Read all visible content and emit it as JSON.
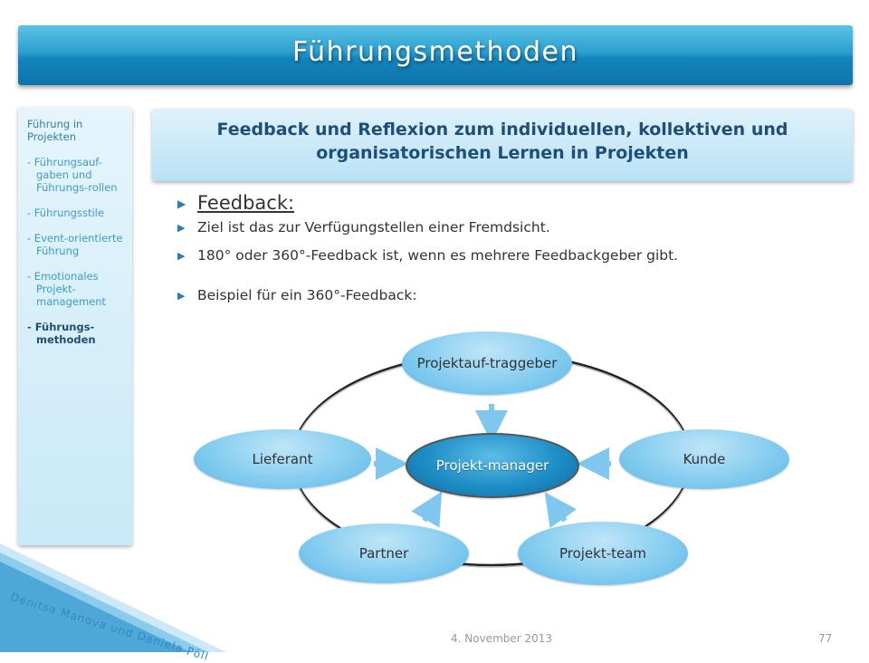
{
  "title": "Führungsmethoden",
  "sidebar": {
    "heading": "Führung in Projekten",
    "items": [
      {
        "label": "- Führungsauf-gaben und Führungs-rollen"
      },
      {
        "label": "- Führungsstile"
      },
      {
        "label": "- Event-orientierte Führung"
      },
      {
        "label": "- Emotionales Projekt-management"
      },
      {
        "label": "- Führungs-methoden"
      }
    ]
  },
  "subtitle": "Feedback und Reflexion zum individuellen, kollektiven und organisatorischen Lernen in Projekten",
  "bullets": {
    "feedback": "Feedback:",
    "ziel": "Ziel ist das zur Verfügungstellen einer  Fremdsicht.",
    "degree": "180° oder 360°-Feedback ist, wenn es mehrere Feedbackgeber gibt.",
    "beispiel": "Beispiel für ein 360°-Feedback:"
  },
  "diagram": {
    "center": "Projekt-manager",
    "nodes": {
      "top": "Projektauf-traggeber",
      "right": "Kunde",
      "bottom_right": "Projekt-team",
      "bottom_left": "Partner",
      "left": "Lieferant"
    }
  },
  "footer": {
    "authors": "Denitsa Manova und Daniela Pöll",
    "date": "4. November 2013",
    "page": "77"
  },
  "colors": {
    "accent": "#1a8cc7",
    "title_text": "#ffffff",
    "subtitle_text": "#1f4e79",
    "arrow": "#7fc7ee"
  }
}
